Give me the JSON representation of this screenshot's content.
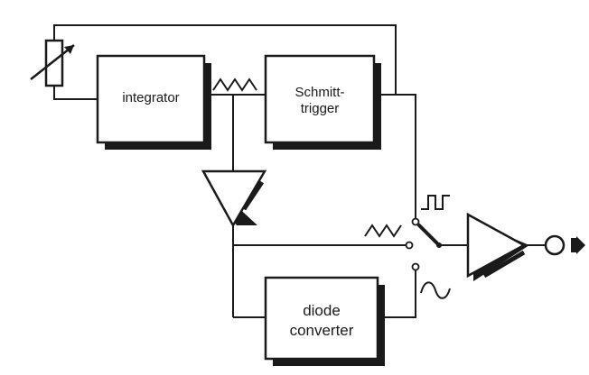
{
  "blocks": {
    "integrator": "integrator",
    "schmitt_line1": "Schmitt-",
    "schmitt_line2": "trigger",
    "diode_line1": "diode",
    "diode_line2": "converter"
  },
  "icons": {
    "variable_resistor": "variable-resistor-icon",
    "triangle_wave": "triangle-wave-icon",
    "square_wave": "square-wave-icon",
    "sine_wave": "sine-wave-icon",
    "buffer_amplifier": "buffer-amplifier-icon",
    "output_amplifier": "output-amplifier-icon",
    "selector_switch": "selector-switch-icon",
    "output_terminal": "output-terminal-icon"
  },
  "colors": {
    "ink": "#1a1a1a",
    "paper": "#ffffff"
  }
}
